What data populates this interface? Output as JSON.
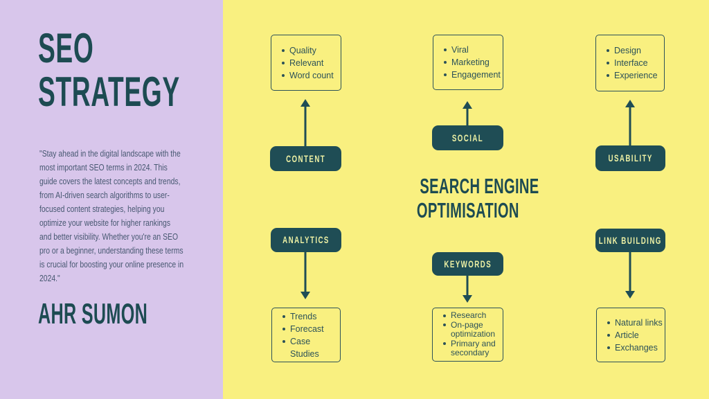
{
  "sidebar": {
    "title_lines": [
      "SEO",
      "STRATEGY"
    ],
    "quote_lines": [
      "\"Stay ahead in the digital landscape with the",
      "most important SEO terms in 2024. This",
      "guide covers the latest concepts and trends,",
      "from AI-driven search algorithms to user-",
      "focused content strategies, helping you",
      "optimize your website for higher rankings",
      "and better visibility. Whether you're an SEO",
      "pro or a beginner, understanding these terms",
      "is crucial for boosting your online presence in",
      "2024.\""
    ],
    "author": "AHR SUMON"
  },
  "center_title_lines": [
    "SEARCH ENGINE",
    "OPTIMISATION"
  ],
  "nodes": {
    "content": {
      "label": "CONTENT",
      "items": [
        "Quality",
        "Relevant",
        "Word count"
      ]
    },
    "social": {
      "label": "SOCIAL",
      "items": [
        "Viral",
        "Marketing",
        "Engagement"
      ]
    },
    "usability": {
      "label": "USABILITY",
      "items": [
        "Design",
        "Interface",
        "Experience"
      ]
    },
    "analytics": {
      "label": "ANALYTICS",
      "items": [
        "Trends",
        "Forecast",
        "Case Studies"
      ]
    },
    "keywords": {
      "label": "KEYWORDS",
      "items": [
        "Research",
        "On-page optimization",
        "Primary and secondary"
      ]
    },
    "link_building": {
      "label": "LINK BUILDING",
      "items": [
        "Natural links",
        "Article",
        "Exchanges"
      ]
    }
  },
  "colors": {
    "panel_purple": "#d8c6eb",
    "panel_yellow": "#f9f080",
    "node_teal": "#1f4d55",
    "heading_teal": "#1d4b52",
    "label_text_yellow": "#edf0a4",
    "bullet_text": "#2b5158",
    "quote_text": "#475871"
  }
}
